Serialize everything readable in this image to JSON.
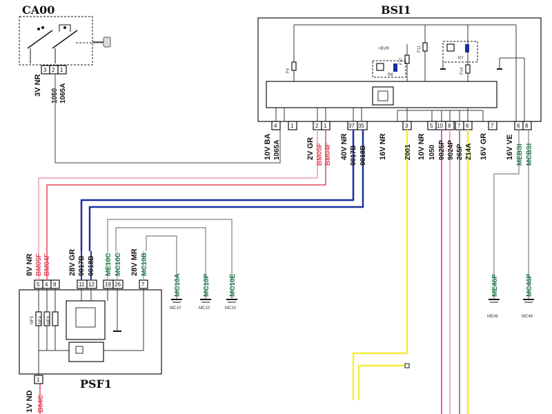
{
  "components": {
    "ca00": {
      "title": "CA00",
      "connector": "3V NR",
      "pins": [
        "3",
        "2",
        "1"
      ],
      "wires": [
        "1050",
        "1065A"
      ]
    },
    "bsi1": {
      "title": "BSI1",
      "fuses": [
        "F4",
        "F17",
        "F11",
        "F14"
      ],
      "relays": [
        "R8",
        "R7"
      ],
      "supply": "+BVR",
      "connectors": [
        {
          "label": "10V BA",
          "pins": [
            "4",
            "1"
          ],
          "wires": [
            "1065A"
          ]
        },
        {
          "label": "2V GR",
          "pins": [
            "2",
            "1"
          ],
          "wires": [
            "BM05F",
            "BM04F"
          ]
        },
        {
          "label": "40V NR",
          "pins": [
            "37",
            "35"
          ],
          "wires": [
            "9017B",
            "9018B"
          ]
        },
        {
          "label": "16V NR",
          "pins": [
            "3"
          ],
          "wires": [
            "Z001"
          ]
        },
        {
          "label": "10V NR",
          "pins": [
            "5",
            "10",
            "8",
            "7",
            "6"
          ],
          "wires": [
            "1050",
            "9025P",
            "9024P",
            "265P",
            "Z14A"
          ]
        },
        {
          "label": "16V GR",
          "pins": [
            "7"
          ],
          "wires": []
        },
        {
          "label": "16V VE",
          "pins": [
            "6",
            "8"
          ],
          "wires": [
            "MEBSI",
            "MCBSI"
          ]
        }
      ]
    },
    "psf1": {
      "title": "PSF1",
      "connectors": [
        {
          "label": "8V NR",
          "pins": [
            "5",
            "4"
          ],
          "wires": [
            "BM05F",
            "BM04F"
          ]
        },
        {
          "label": "28V GR",
          "pins": [
            "11",
            "12"
          ],
          "wires": [
            "9017B",
            "9018B"
          ]
        },
        {
          "label": "28V MR",
          "pins": [
            "19",
            "26",
            "7"
          ],
          "wires": [
            "ME10C",
            "MC10C",
            "MC10B"
          ]
        },
        {
          "label": "1V ND",
          "pins": [
            "1"
          ],
          "wires": [
            "B04C"
          ]
        }
      ],
      "internal_fuses": [
        "MF5",
        "MF4",
        "MF8"
      ]
    }
  },
  "grounds": [
    {
      "wire": "MC10A",
      "label": "MC10"
    },
    {
      "wire": "MC10P",
      "label": "MC10"
    },
    {
      "wire": "MC10E",
      "label": "MC10"
    },
    {
      "wire": "ME46P",
      "label": "ME46"
    },
    {
      "wire": "MC46P",
      "label": "MC46"
    }
  ],
  "colors": {
    "red": "#e0475a",
    "pink": "#e8a0a8",
    "blue": "#1a2fa0",
    "green": "#1f7a4a",
    "yellow": "#f2ee3a",
    "magenta": "#e040c8",
    "gray": "#808080",
    "black": "#111111"
  }
}
